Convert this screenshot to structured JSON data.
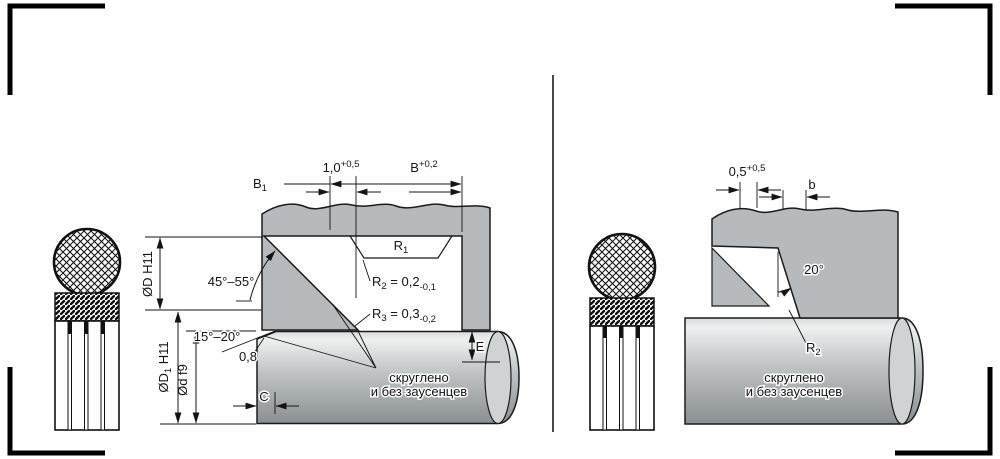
{
  "colors": {
    "metal": "#b6babc",
    "cap": "#cfd3d4",
    "shaft_edge": "#d9dcdc",
    "shaft_hi": "#eef0f0",
    "shaft_mid": "#bfc3c4",
    "shaft_dark": "#8a8f91"
  },
  "left": {
    "labels": {
      "land_base": "1,0",
      "land_sup": "+0,5",
      "b_base": "B",
      "b_sup": "+0,2",
      "b1_base": "B",
      "b1_sub": "1",
      "r1_pre": "R",
      "r1_sub": "1",
      "r2_pre": "R",
      "r2_sub": "2",
      "r2_mid": " = 0,2",
      "r2_tol": "-0,1",
      "r3_pre": "R",
      "r3_sub": "3",
      "r3_mid": " = 0,3",
      "r3_tol": "-0,2",
      "angle_groove": "45°–55°",
      "angle_shaft": "15°–20°",
      "roughness": "0,8",
      "chamfer": "C",
      "depth": "E",
      "dia_groove": "ØD H11",
      "dia_bore_pre": "ØD",
      "dia_bore_sub": "1",
      "dia_bore_post": " H11",
      "dia_shaft": "Ød f9",
      "note1": "скруглено",
      "note2": "и без заусенцев"
    }
  },
  "right": {
    "labels": {
      "edge_base": "0,5",
      "edge_sup": "+0,5",
      "width": "b",
      "angle": "20°",
      "r2_pre": "R",
      "r2_sub": "2",
      "note1": "скруглено",
      "note2": "и без заусенцев"
    }
  }
}
